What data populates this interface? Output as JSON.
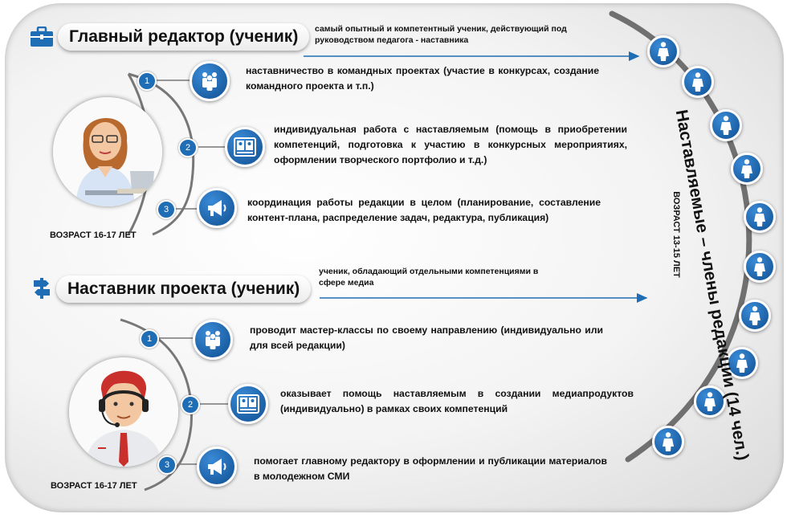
{
  "section1": {
    "title": "Главный редактор (ученик)",
    "note": "самый опытный и компетентный ученик, действующий под руководством педагога - наставника",
    "age": "ВОЗРАСТ 16-17 ЛЕТ",
    "items": [
      {
        "num": "1",
        "icon": "team-icon",
        "text": "наставничество в командных проектах (участие в конкурсах, создание командного проекта и т.п.)"
      },
      {
        "num": "2",
        "icon": "portfolio-icon",
        "text": "индивидуальная работа с наставляемым (помощь в приобретении компетенций, подготовка к участию в конкурсных мероприятиях, оформлении творческого портфолио и т.д.)"
      },
      {
        "num": "3",
        "icon": "megaphone-icon",
        "text": "координация работы редакции в целом (планирование, составление контент-плана, распределение задач, редактура, публикация)"
      }
    ]
  },
  "section2": {
    "title": "Наставник проекта (ученик)",
    "note": "ученик, обладающий отдельными компетенциями в сфере медиа",
    "age": "ВОЗРАСТ 16-17 ЛЕТ",
    "items": [
      {
        "num": "1",
        "icon": "team-icon",
        "text": "проводит мастер-классы по своему направлению (индивидуально или для всей редакции)"
      },
      {
        "num": "2",
        "icon": "portfolio-icon",
        "text": "оказывает помощь наставляемым в создании медиапродуктов (индивидуально) в рамках своих компетенций"
      },
      {
        "num": "3",
        "icon": "megaphone-icon",
        "text": "помогает главному редактору в оформлении и публикации материалов в молодежном СМИ"
      }
    ]
  },
  "mentees": {
    "title": "Наставляемые – члены редакции (14 чел.)",
    "age": "ВОЗРАСТ 13-15 ЛЕТ",
    "count": 10
  },
  "colors": {
    "accent": "#1f6db5",
    "arc": "#707070",
    "text": "#111111"
  }
}
